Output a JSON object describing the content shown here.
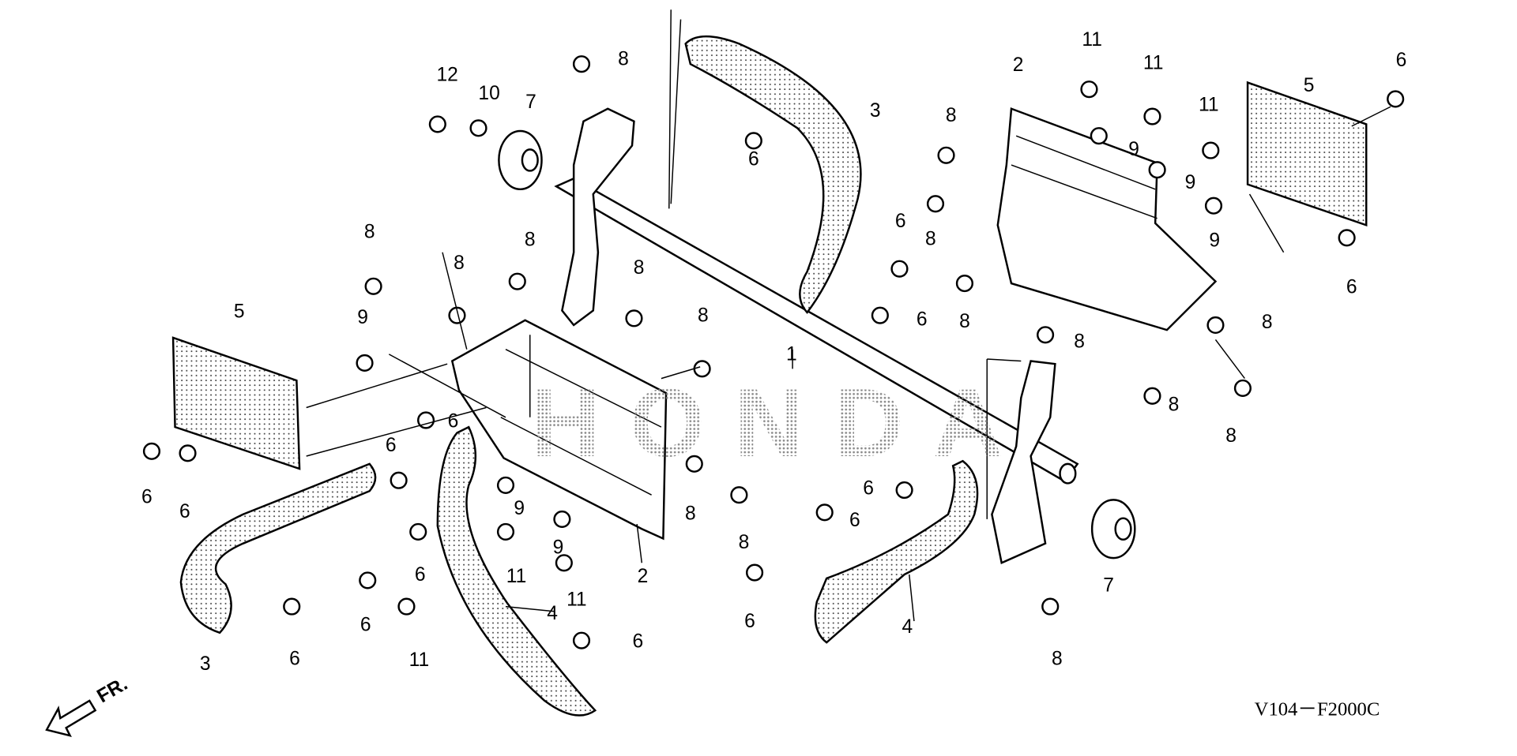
{
  "diagram": {
    "code": "V104－F2000C",
    "front_label": "FR.",
    "watermark": "HONDA",
    "callouts": [
      "8",
      "12",
      "10",
      "7",
      "3",
      "6",
      "2",
      "11",
      "11",
      "11",
      "8",
      "9",
      "9",
      "9",
      "5",
      "6",
      "6",
      "6",
      "8",
      "6",
      "8",
      "8",
      "8",
      "8",
      "8",
      "8",
      "8",
      "8",
      "8",
      "8",
      "9",
      "5",
      "1",
      "6",
      "6",
      "6",
      "6",
      "9",
      "9",
      "8",
      "8",
      "6",
      "6",
      "2",
      "11",
      "11",
      "6",
      "6",
      "6",
      "4",
      "7",
      "8",
      "3",
      "6",
      "11",
      "4",
      "6"
    ]
  }
}
